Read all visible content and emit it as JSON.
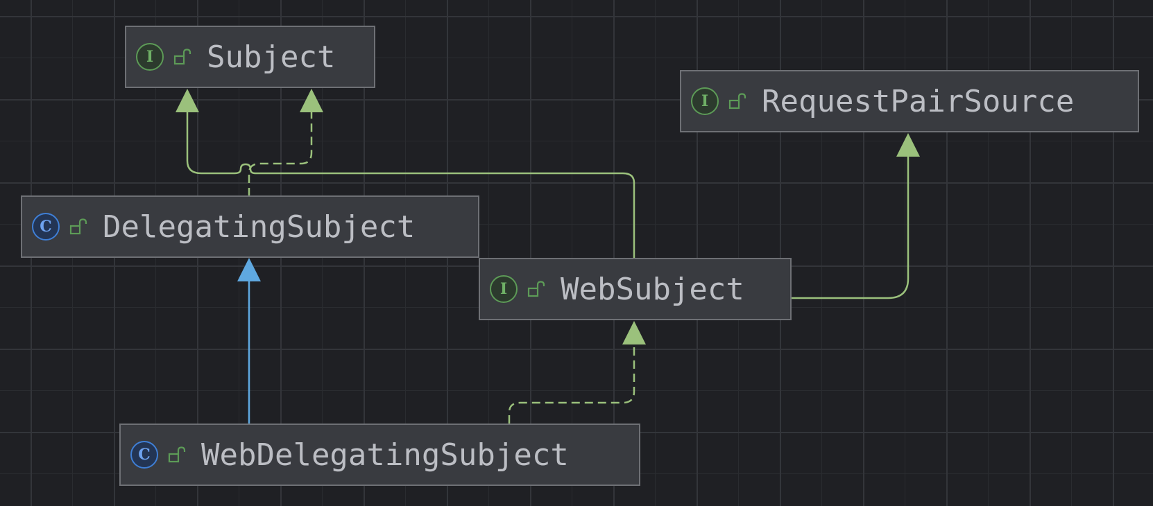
{
  "diagram": {
    "nodes": [
      {
        "id": "subject",
        "label": "Subject",
        "kind": "interface",
        "kind_glyph": "I",
        "icon": "interface-icon",
        "visibility_icon": "unlocked-icon"
      },
      {
        "id": "request-pair-source",
        "label": "RequestPairSource",
        "kind": "interface",
        "kind_glyph": "I",
        "icon": "interface-icon",
        "visibility_icon": "unlocked-icon"
      },
      {
        "id": "delegating-subject",
        "label": "DelegatingSubject",
        "kind": "class",
        "kind_glyph": "C",
        "icon": "class-icon",
        "visibility_icon": "unlocked-icon"
      },
      {
        "id": "web-subject",
        "label": "WebSubject",
        "kind": "interface",
        "kind_glyph": "I",
        "icon": "interface-icon",
        "visibility_icon": "unlocked-icon"
      },
      {
        "id": "web-delegating-subject",
        "label": "WebDelegatingSubject",
        "kind": "class",
        "kind_glyph": "C",
        "icon": "class-icon",
        "visibility_icon": "unlocked-icon"
      }
    ],
    "edges": [
      {
        "from": "web-subject",
        "to": "subject",
        "relation": "extends",
        "style": "solid",
        "color": "#9bc17c"
      },
      {
        "from": "delegating-subject",
        "to": "subject",
        "relation": "implements",
        "style": "dashed",
        "color": "#9bc17c"
      },
      {
        "from": "web-subject",
        "to": "request-pair-source",
        "relation": "extends",
        "style": "solid",
        "color": "#9bc17c"
      },
      {
        "from": "web-delegating-subject",
        "to": "delegating-subject",
        "relation": "extends",
        "style": "solid",
        "color": "#5fa8e0"
      },
      {
        "from": "web-delegating-subject",
        "to": "web-subject",
        "relation": "implements",
        "style": "dashed",
        "color": "#9bc17c"
      }
    ]
  },
  "colors": {
    "background": "#1f2024",
    "node_fill": "#393b40",
    "node_border": "#6e7075",
    "text": "#bcbec4",
    "interface_green": "#9bc17c",
    "class_inheritance_blue": "#5fa8e0"
  }
}
